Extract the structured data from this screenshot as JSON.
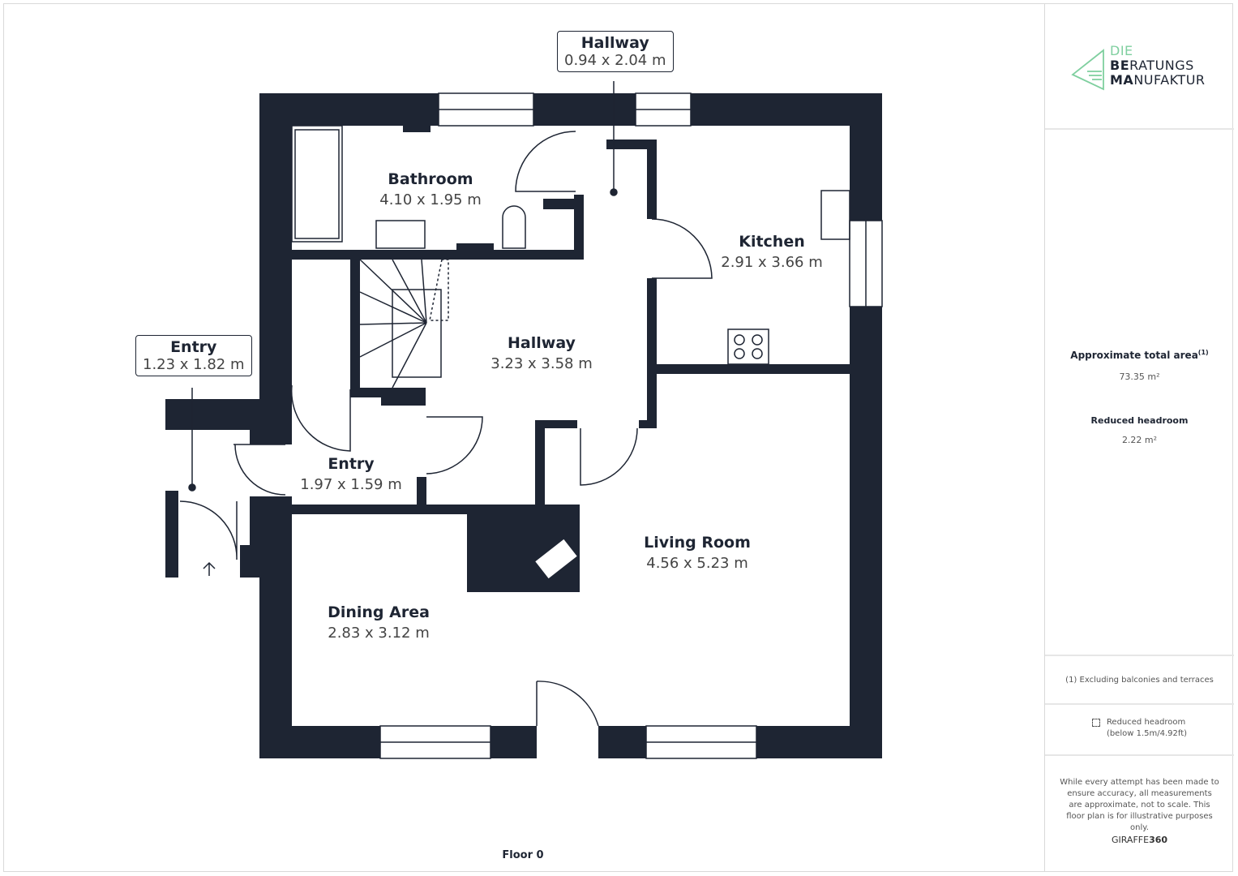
{
  "floor_label": "Floor 0",
  "rooms": [
    {
      "name": "Bathroom",
      "dims": "4.10 x 1.95 m"
    },
    {
      "name": "Kitchen",
      "dims": "2.91 x 3.66 m"
    },
    {
      "name": "Hallway",
      "dims": "3.23 x 3.58 m"
    },
    {
      "name": "Entry",
      "dims": "1.97 x 1.59 m"
    },
    {
      "name": "Living Room",
      "dims": "4.56 x 5.23 m"
    },
    {
      "name": "Dining Area",
      "dims": "2.83 x 3.12 m"
    }
  ],
  "callouts": [
    {
      "name": "Hallway",
      "dims": "0.94 x 2.04 m"
    },
    {
      "name": "Entry",
      "dims": "1.23 x 1.82 m"
    }
  ],
  "logo": {
    "line1": "DIE",
    "line2a": "BE",
    "line2b": "RATUNGS",
    "line3a": "MA",
    "line3b": "NUFAKTUR"
  },
  "summary": {
    "total_label": "Approximate total area",
    "total_sup": "(1)",
    "total_value": "73.35 m²",
    "headroom_label": "Reduced headroom",
    "headroom_value": "2.22 m²"
  },
  "notes": {
    "footnote": "(1) Excluding balconies and terraces",
    "legend_line1": "Reduced headroom",
    "legend_line2": "(below 1.5m/4.92ft)",
    "disclaimer": "While every attempt has been made to ensure accuracy, all measurements are approximate, not to scale. This floor plan is for illustrative purposes only.",
    "brand_a": "GIRAFFE",
    "brand_b": "360"
  },
  "colors": {
    "wall": "#1e2533",
    "logo_green": "#7fcf9f"
  }
}
